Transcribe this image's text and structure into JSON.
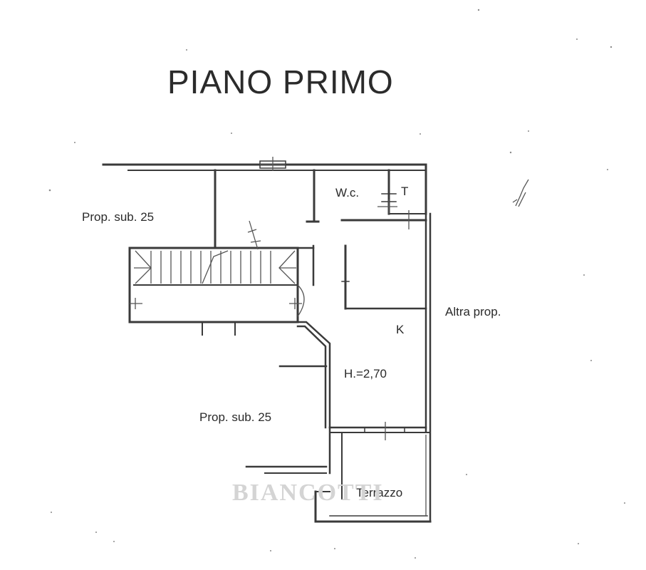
{
  "title": "PIANO PRIMO",
  "labels": {
    "wc": "W.c.",
    "t": "T",
    "prop_sub_top": "Prop. sub. 25",
    "prop_sub_bottom": "Prop. sub. 25",
    "altra_prop": "Altra prop.",
    "k": "K",
    "height": "H.=2,70",
    "terrazzo": "Terrazzo"
  },
  "watermark": "BIANCOTTI",
  "colors": {
    "ink": "#3a3a3a",
    "watermark": "#d4d4d4",
    "background": "#ffffff"
  }
}
